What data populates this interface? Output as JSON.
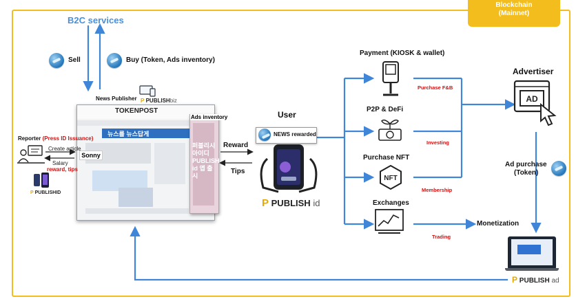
{
  "blockchain_tag": [
    "Blockchain",
    "(Mainnet)"
  ],
  "b2c_title": "B2C services",
  "sell_label": "Sell",
  "buy_label": "Buy (Token, Ads inventory)",
  "news_publisher_label": "News Publisher",
  "site": {
    "brand": "TOKENPOST",
    "banner_text": "뉴스를 뉴스답게"
  },
  "ads_inventory_label": "Ads inventory",
  "ads_text": "퍼블리시 아이디 PUBLISH id 앱 출시",
  "reporter_label": "Reporter",
  "reporter_issuance": "(Press ID Issuance)",
  "create_article_label": "Create article",
  "salary_label": "Salary",
  "reward_tips_label": "reward, tips",
  "sonny_label": "Sonny",
  "user_label": "User",
  "reward_label": "Reward",
  "tips_label": "Tips",
  "news_rewarded_label": "NEWS rewarded",
  "payment_label": "Payment (KIOSK & wallet)",
  "purchase_fb_label": "Purchase F&B",
  "p2p_label": "P2P & DeFi",
  "investing_label": "Investing",
  "purchase_nft_label": "Purchase NFT",
  "membership_label": "Membership",
  "exchanges_label": "Exchanges",
  "trading_label": "Trading",
  "advertiser_label": "Advertiser",
  "ad_purchase_label": "Ad purchase",
  "ad_purchase_token_label": "(Token)",
  "monetization_label": "Monetization",
  "publish_word": "PUBLISH",
  "publish_id_suffix": "id",
  "publish_ad_suffix": "ad",
  "publish_biz_suffix": "biz",
  "publish_id_caps": "PUBLISHID",
  "colors": {
    "frame": "#f2bd1d",
    "arrow": "#3f86d9",
    "accent_red": "#d40f0f",
    "title_blue": "#4a90d9"
  }
}
